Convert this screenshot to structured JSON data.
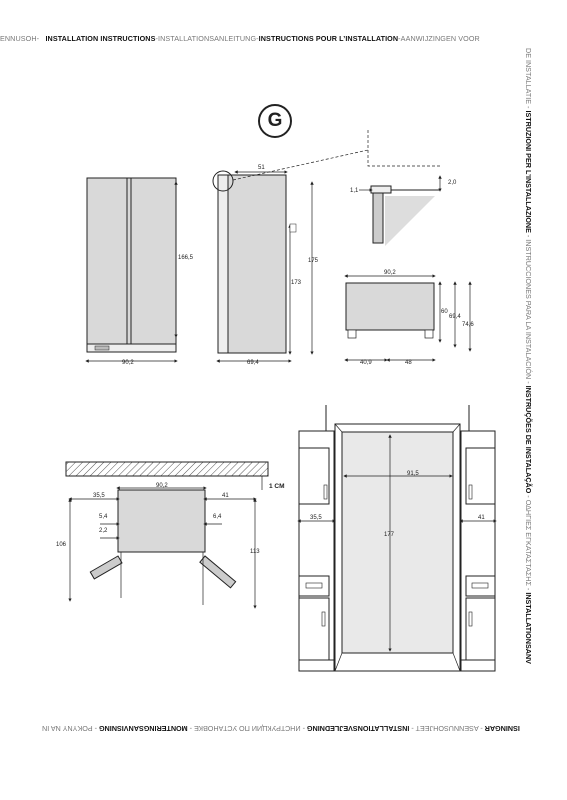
{
  "header": {
    "partials": [
      "ENNUSOH-"
    ],
    "segments": [
      {
        "text": "INSTALLATION INSTRUCTIONS",
        "style": "b"
      },
      {
        "text": " - ",
        "style": "g"
      },
      {
        "text": "INSTALLATIONSANLEITUNG",
        "style": "g"
      },
      {
        "text": " - ",
        "style": "g"
      },
      {
        "text": "INSTRUCTIONS POUR L’INSTALLATION",
        "style": "b"
      },
      {
        "text": " - ",
        "style": "g"
      },
      {
        "text": "AANWIJZINGEN VOOR",
        "style": "g"
      }
    ]
  },
  "side": {
    "segments": [
      {
        "text": "DE INSTALLATIE",
        "style": "g"
      },
      {
        "text": " - ",
        "style": "g"
      },
      {
        "text": "ISTRUZIONI PER L’INSTALLAZIONE",
        "style": "b"
      },
      {
        "text": " - ",
        "style": "g"
      },
      {
        "text": "INSTRUCCIONES PARA LA INSTALACIÓN",
        "style": "g"
      },
      {
        "text": " - ",
        "style": "g"
      },
      {
        "text": "INSTRUÇÕES DE INSTALAÇÃO",
        "style": "b"
      },
      {
        "text": " - ",
        "style": "g"
      },
      {
        "text": "ΟΔΗΓΙΕΣ ΕΓΚΑΤΑΣΤΑΣΗΣ",
        "style": "g"
      },
      {
        "text": " - ",
        "style": "g"
      },
      {
        "text": "INSTALLATIONSANV",
        "style": "b"
      }
    ]
  },
  "footer": {
    "segments": [
      {
        "text": "ISNINGAR",
        "style": "b"
      },
      {
        "text": " - ",
        "style": "g"
      },
      {
        "text": "ASENNUSOHJEET",
        "style": "g"
      },
      {
        "text": " - ",
        "style": "g"
      },
      {
        "text": "INSTALLATIONSVEJLEDNING",
        "style": "b"
      },
      {
        "text": " - ",
        "style": "g"
      },
      {
        "text": "ИНСТРУКЦИИ ПО УСТАНОВКЕ",
        "style": "g"
      },
      {
        "text": " - ",
        "style": "g"
      },
      {
        "text": "MONTERINGSANVISNING",
        "style": "b"
      },
      {
        "text": " - ",
        "style": "g"
      },
      {
        "text": "POKYNY NA IN",
        "style": "g"
      }
    ]
  },
  "figure_label": "G",
  "dimensions": {
    "front_width": "90,2",
    "front_height": "166,5",
    "side_top": "51",
    "side_depth": "69,4",
    "side_height_inner": "173",
    "side_height_total": "175",
    "detail_gap": "1,1",
    "detail_offset": "2,0",
    "box_width": "90,2",
    "box_h1": "60",
    "box_h2": "69,4",
    "box_h3": "74,6",
    "box_base1": "40,9",
    "box_base2": "48",
    "plan_width": "90,2",
    "plan_left": "35,5",
    "plan_right": "41",
    "plan_door_l": "5,4",
    "plan_door_l2": "2,2",
    "plan_door_r": "6,4",
    "plan_depth_l": "106",
    "plan_depth_r": "113",
    "plan_wall_gap": "1 CM",
    "niche_width": "91,5",
    "niche_height": "177",
    "niche_left": "35,5",
    "niche_right": "41"
  }
}
